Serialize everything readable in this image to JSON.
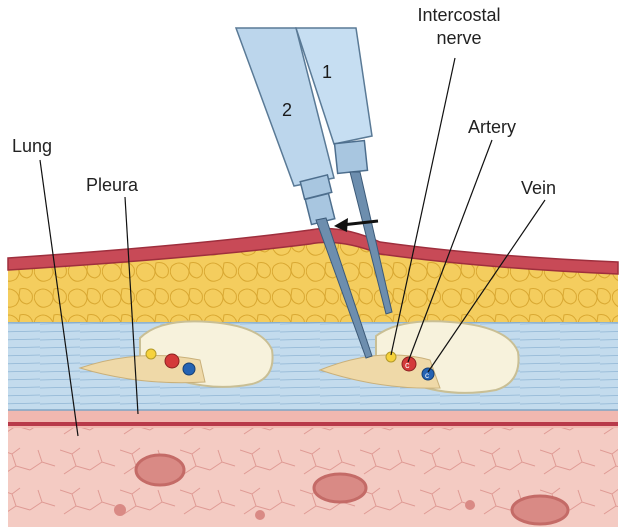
{
  "labels": {
    "intercostal_line1": "Intercostal",
    "intercostal_line2": "nerve",
    "artery": "Artery",
    "vein": "Vein",
    "lung": "Lung",
    "pleura": "Pleura"
  },
  "syringes": {
    "one": "1",
    "two": "2"
  },
  "vessel_marks": {
    "artery": "c",
    "vein": "c"
  },
  "colors": {
    "skin": "#c84a57",
    "fat": "#f4cd5e",
    "muscle": "#bcd6e9",
    "pleura": "#c24455",
    "lung": "#f3c8c0",
    "syringe": "#bcd6ec",
    "nerve": "#f6d23c",
    "artery": "#d43a3a",
    "vein": "#2563b3"
  }
}
